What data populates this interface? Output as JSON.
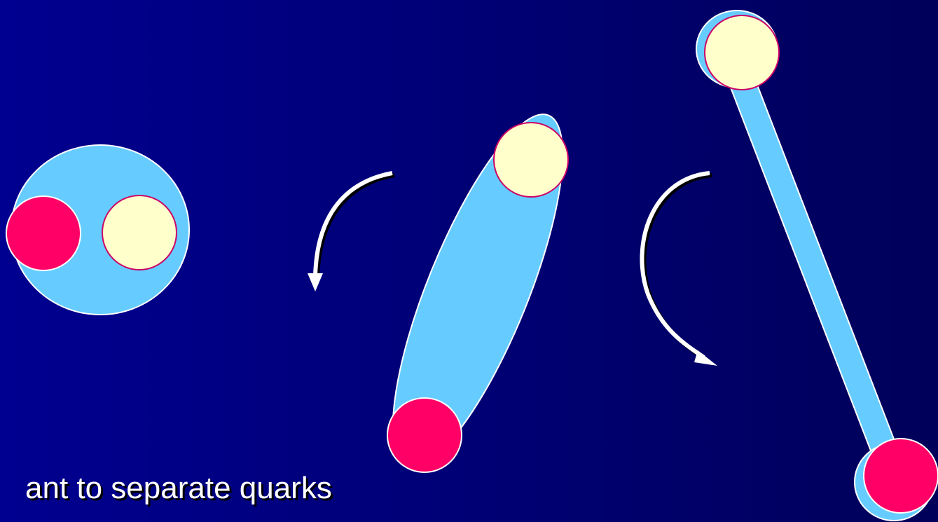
{
  "caption": {
    "text": "ant to separate quarks"
  },
  "colors": {
    "background_left": "#000090",
    "background_right": "#00005a",
    "flux_tube": "#66ccff",
    "quark_red": "#ff0066",
    "quark_cream": "#ffffcc",
    "quark_outline": "#cc0066",
    "arrow": "#ffffff",
    "shadow": "#000000"
  },
  "stages": [
    {
      "name": "bound-state",
      "shape": "circle",
      "quarks": [
        "quark_red",
        "quark_cream"
      ]
    },
    {
      "name": "stretched-ellipse",
      "shape": "ellipse",
      "quarks": [
        "quark_cream",
        "quark_red"
      ]
    },
    {
      "name": "flux-tube",
      "shape": "tube",
      "quarks": [
        "quark_cream",
        "quark_red"
      ]
    }
  ],
  "arrows": [
    {
      "name": "transition-arrow-1",
      "from": "bound-state",
      "to": "stretched-ellipse"
    },
    {
      "name": "transition-arrow-2",
      "from": "stretched-ellipse",
      "to": "flux-tube"
    }
  ]
}
